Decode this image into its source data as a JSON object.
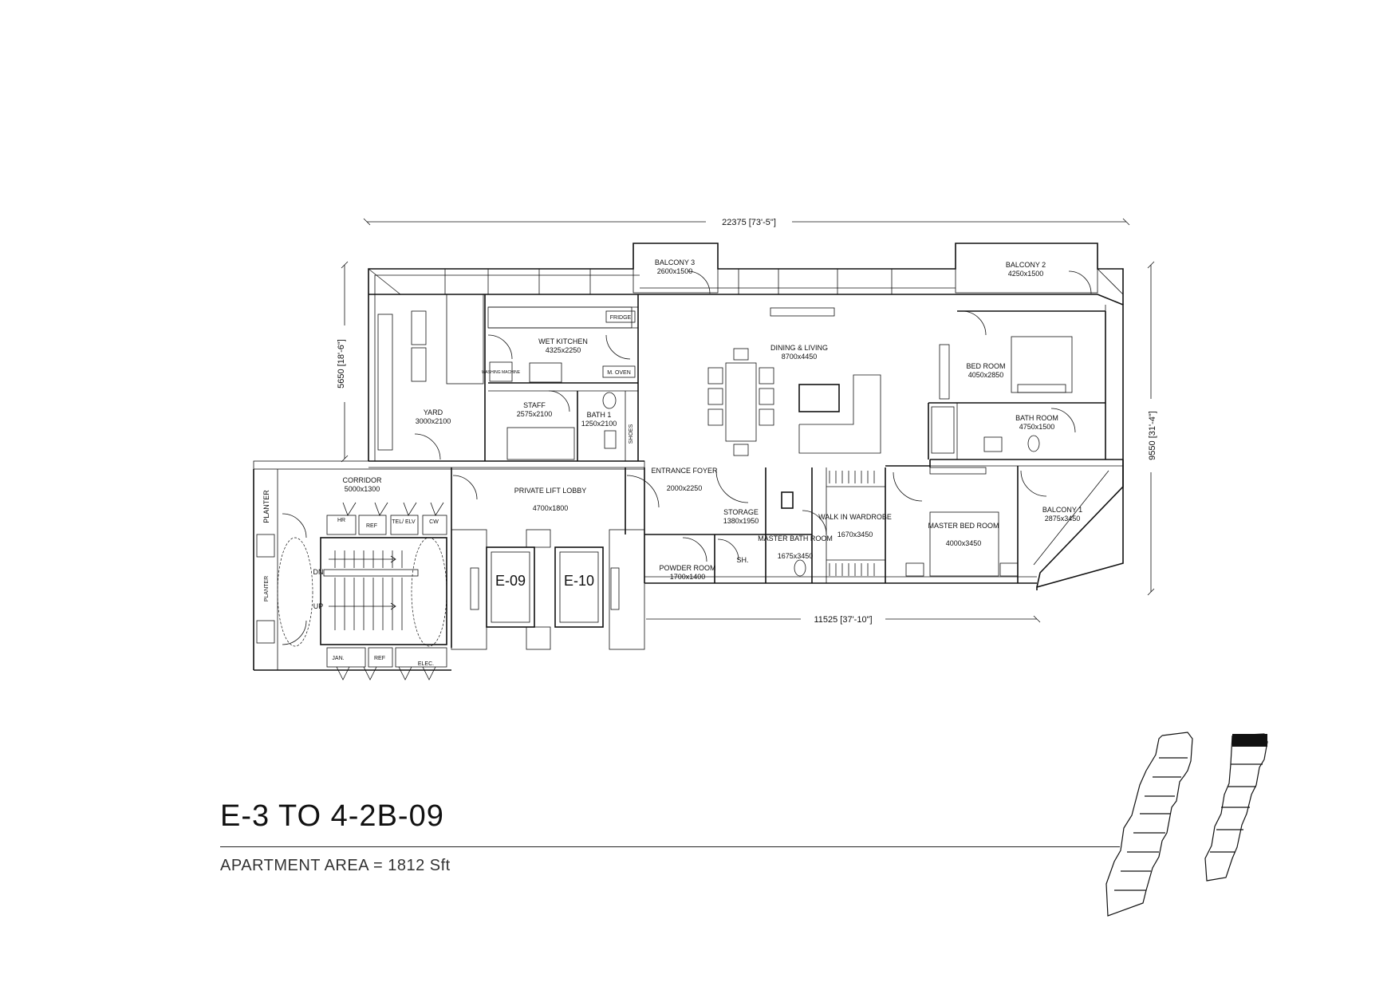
{
  "title": "E-3 TO 4-2B-09",
  "area_text": "APARTMENT AREA = 1812 Sft",
  "dimensions": {
    "overall_width": "22375 [73'-5\"]",
    "left_depth": "5650 [18'-6\"]",
    "right_depth": "9550 [31'-4\"]",
    "lower_width": "11525 [37'-10\"]"
  },
  "rooms": [
    {
      "id": "balcony3",
      "name": "BALCONY 3",
      "size": "2600x1500"
    },
    {
      "id": "balcony2",
      "name": "BALCONY 2",
      "size": "4250x1500"
    },
    {
      "id": "wet_kitchen",
      "name": "WET KITCHEN",
      "size": "4325x2250"
    },
    {
      "id": "dining_living",
      "name": "DINING & LIVING",
      "size": "8700x4450"
    },
    {
      "id": "bed_room",
      "name": "BED ROOM",
      "size": "4050x2850"
    },
    {
      "id": "yard",
      "name": "YARD",
      "size": "3000x2100"
    },
    {
      "id": "staff",
      "name": "STAFF",
      "size": "2575x2100"
    },
    {
      "id": "bath1",
      "name": "BATH 1",
      "size": "1250x2100"
    },
    {
      "id": "bath_room",
      "name": "BATH ROOM",
      "size": "4750x1500"
    },
    {
      "id": "corridor",
      "name": "CORRIDOR",
      "size": "5000x1300"
    },
    {
      "id": "private_lift_lobby",
      "name": "PRIVATE LIFT LOBBY",
      "size": "4700x1800"
    },
    {
      "id": "entrance_foyer",
      "name": "ENTRANCE FOYER",
      "size": "2000x2250"
    },
    {
      "id": "storage",
      "name": "STORAGE",
      "size": "1380x1950"
    },
    {
      "id": "walk_in_wardrobe",
      "name": "WALK IN WARDROBE",
      "size": "1670x3450"
    },
    {
      "id": "master_bed_room",
      "name": "MASTER BED ROOM",
      "size": "4000x3450"
    },
    {
      "id": "balcony1",
      "name": "BALCONY 1",
      "size": "2875x3450"
    },
    {
      "id": "master_bath_room",
      "name": "MASTER BATH ROOM",
      "size": "1675x3450"
    },
    {
      "id": "powder_room",
      "name": "POWDER ROOM",
      "size": "1700x1400"
    }
  ],
  "fixtures": {
    "fridge": "FRIDGE",
    "m_oven": "M. OVEN",
    "shoes": "SHOES",
    "washing_machine": "WASHING MACHINE",
    "shower": "SH.",
    "planter": "PLANTER",
    "ref": "REF",
    "tel_elv": "TEL/ ELV",
    "cw": "CW",
    "hr": "HR",
    "jan": "JAN.",
    "elec": "ELEC.",
    "dn": "DN",
    "up": "UP",
    "lift_e09": "E-09",
    "lift_e10": "E-10"
  }
}
